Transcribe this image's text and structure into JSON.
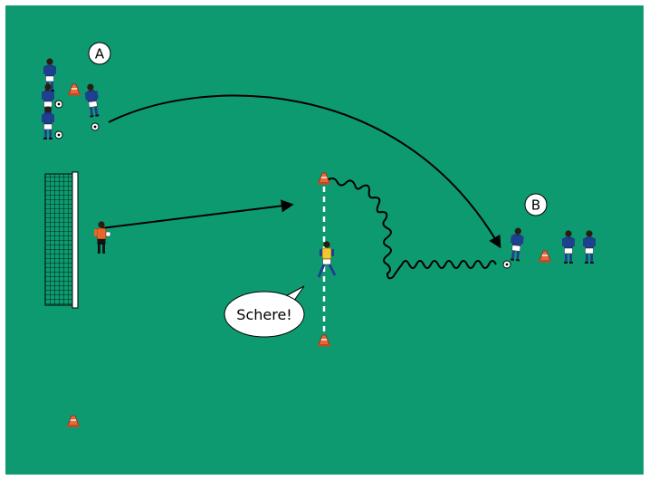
{
  "colors": {
    "pitch": "#0e9a70",
    "border": "#ffffff",
    "cone": "#e8663a",
    "jersey_blue": "#1f3f8f",
    "shorts": "#ffffff",
    "goalkeeper": "#e8662a",
    "defender_vest": "#f4c82a",
    "line": "#000000",
    "label_bg": "#ffffff"
  },
  "labels": {
    "group_a": "A",
    "group_b": "B"
  },
  "speech_bubble": {
    "text": "Schere!"
  },
  "icons": {
    "cone": "cone-icon",
    "ball": "ball-icon",
    "goal": "goal-icon",
    "player": "player-icon"
  }
}
